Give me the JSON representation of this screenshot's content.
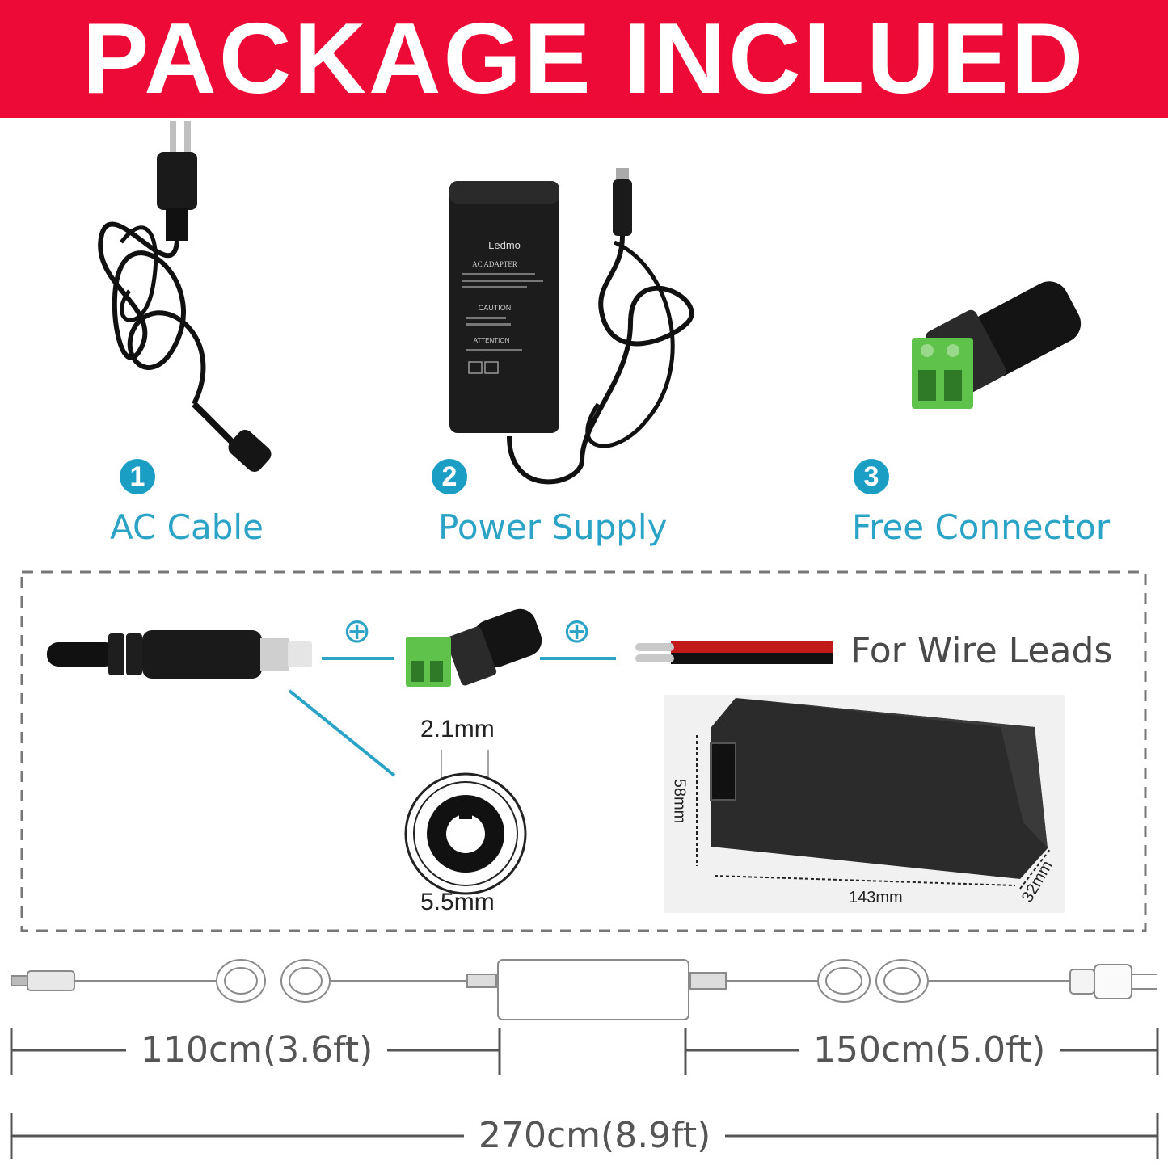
{
  "banner": {
    "title": "PACKAGE INCLUED",
    "color": "#ee0a36"
  },
  "items": [
    {
      "number": "1",
      "label": "AC Cable",
      "icon": "ac-cable-icon"
    },
    {
      "number": "2",
      "label": "Power Supply",
      "icon": "power-adapter-icon"
    },
    {
      "number": "3",
      "label": "Free Connector",
      "icon": "dc-connector-icon"
    }
  ],
  "adapter_label": {
    "brand": "Ledmo",
    "title": "AC ADAPTER",
    "caution": "CAUTION",
    "attention": "ATTENTION"
  },
  "detail": {
    "plus_symbol": "⊕",
    "wire_label": "For Wire Leads",
    "inner_diameter": "2.1mm",
    "outer_diameter": "5.5mm",
    "height": "58mm",
    "length": "143mm",
    "depth": "32mm"
  },
  "cable_lengths": {
    "dc_side": "110cm(3.6ft)",
    "ac_side": "150cm(5.0ft)",
    "total": "270cm(8.9ft)"
  },
  "colors": {
    "accent": "#2aa3c7",
    "connector_green": "#5fc24a"
  }
}
